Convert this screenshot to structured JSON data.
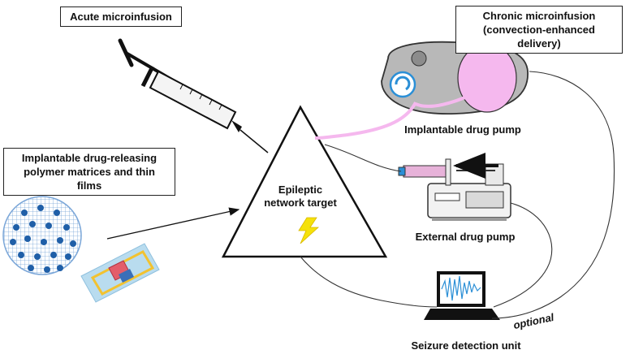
{
  "labels": {
    "acute": "Acute microinfusion",
    "chronic_line1": "Chronic microinfusion",
    "chronic_line2": "(convection-enhanced delivery)",
    "polymer_line1": "Implantable drug-releasing",
    "polymer_line2": "polymer matrices and thin films",
    "target_line1": "Epileptic",
    "target_line2": "network target",
    "implantable_pump": "Implantable drug pump",
    "external_pump": "External drug pump",
    "seizure_unit": "Seizure detection unit",
    "optional": "optional"
  },
  "colors": {
    "pink_tube": "#f5b8ee",
    "matrix_dot": "#1f5fa8",
    "matrix_grid": "#7aa6d8",
    "film": "#b9dcef",
    "film_trace": "#f2c230",
    "bolt": "#f5e10a",
    "head": "#b8b8b8",
    "screen": "#2b8fd6"
  }
}
